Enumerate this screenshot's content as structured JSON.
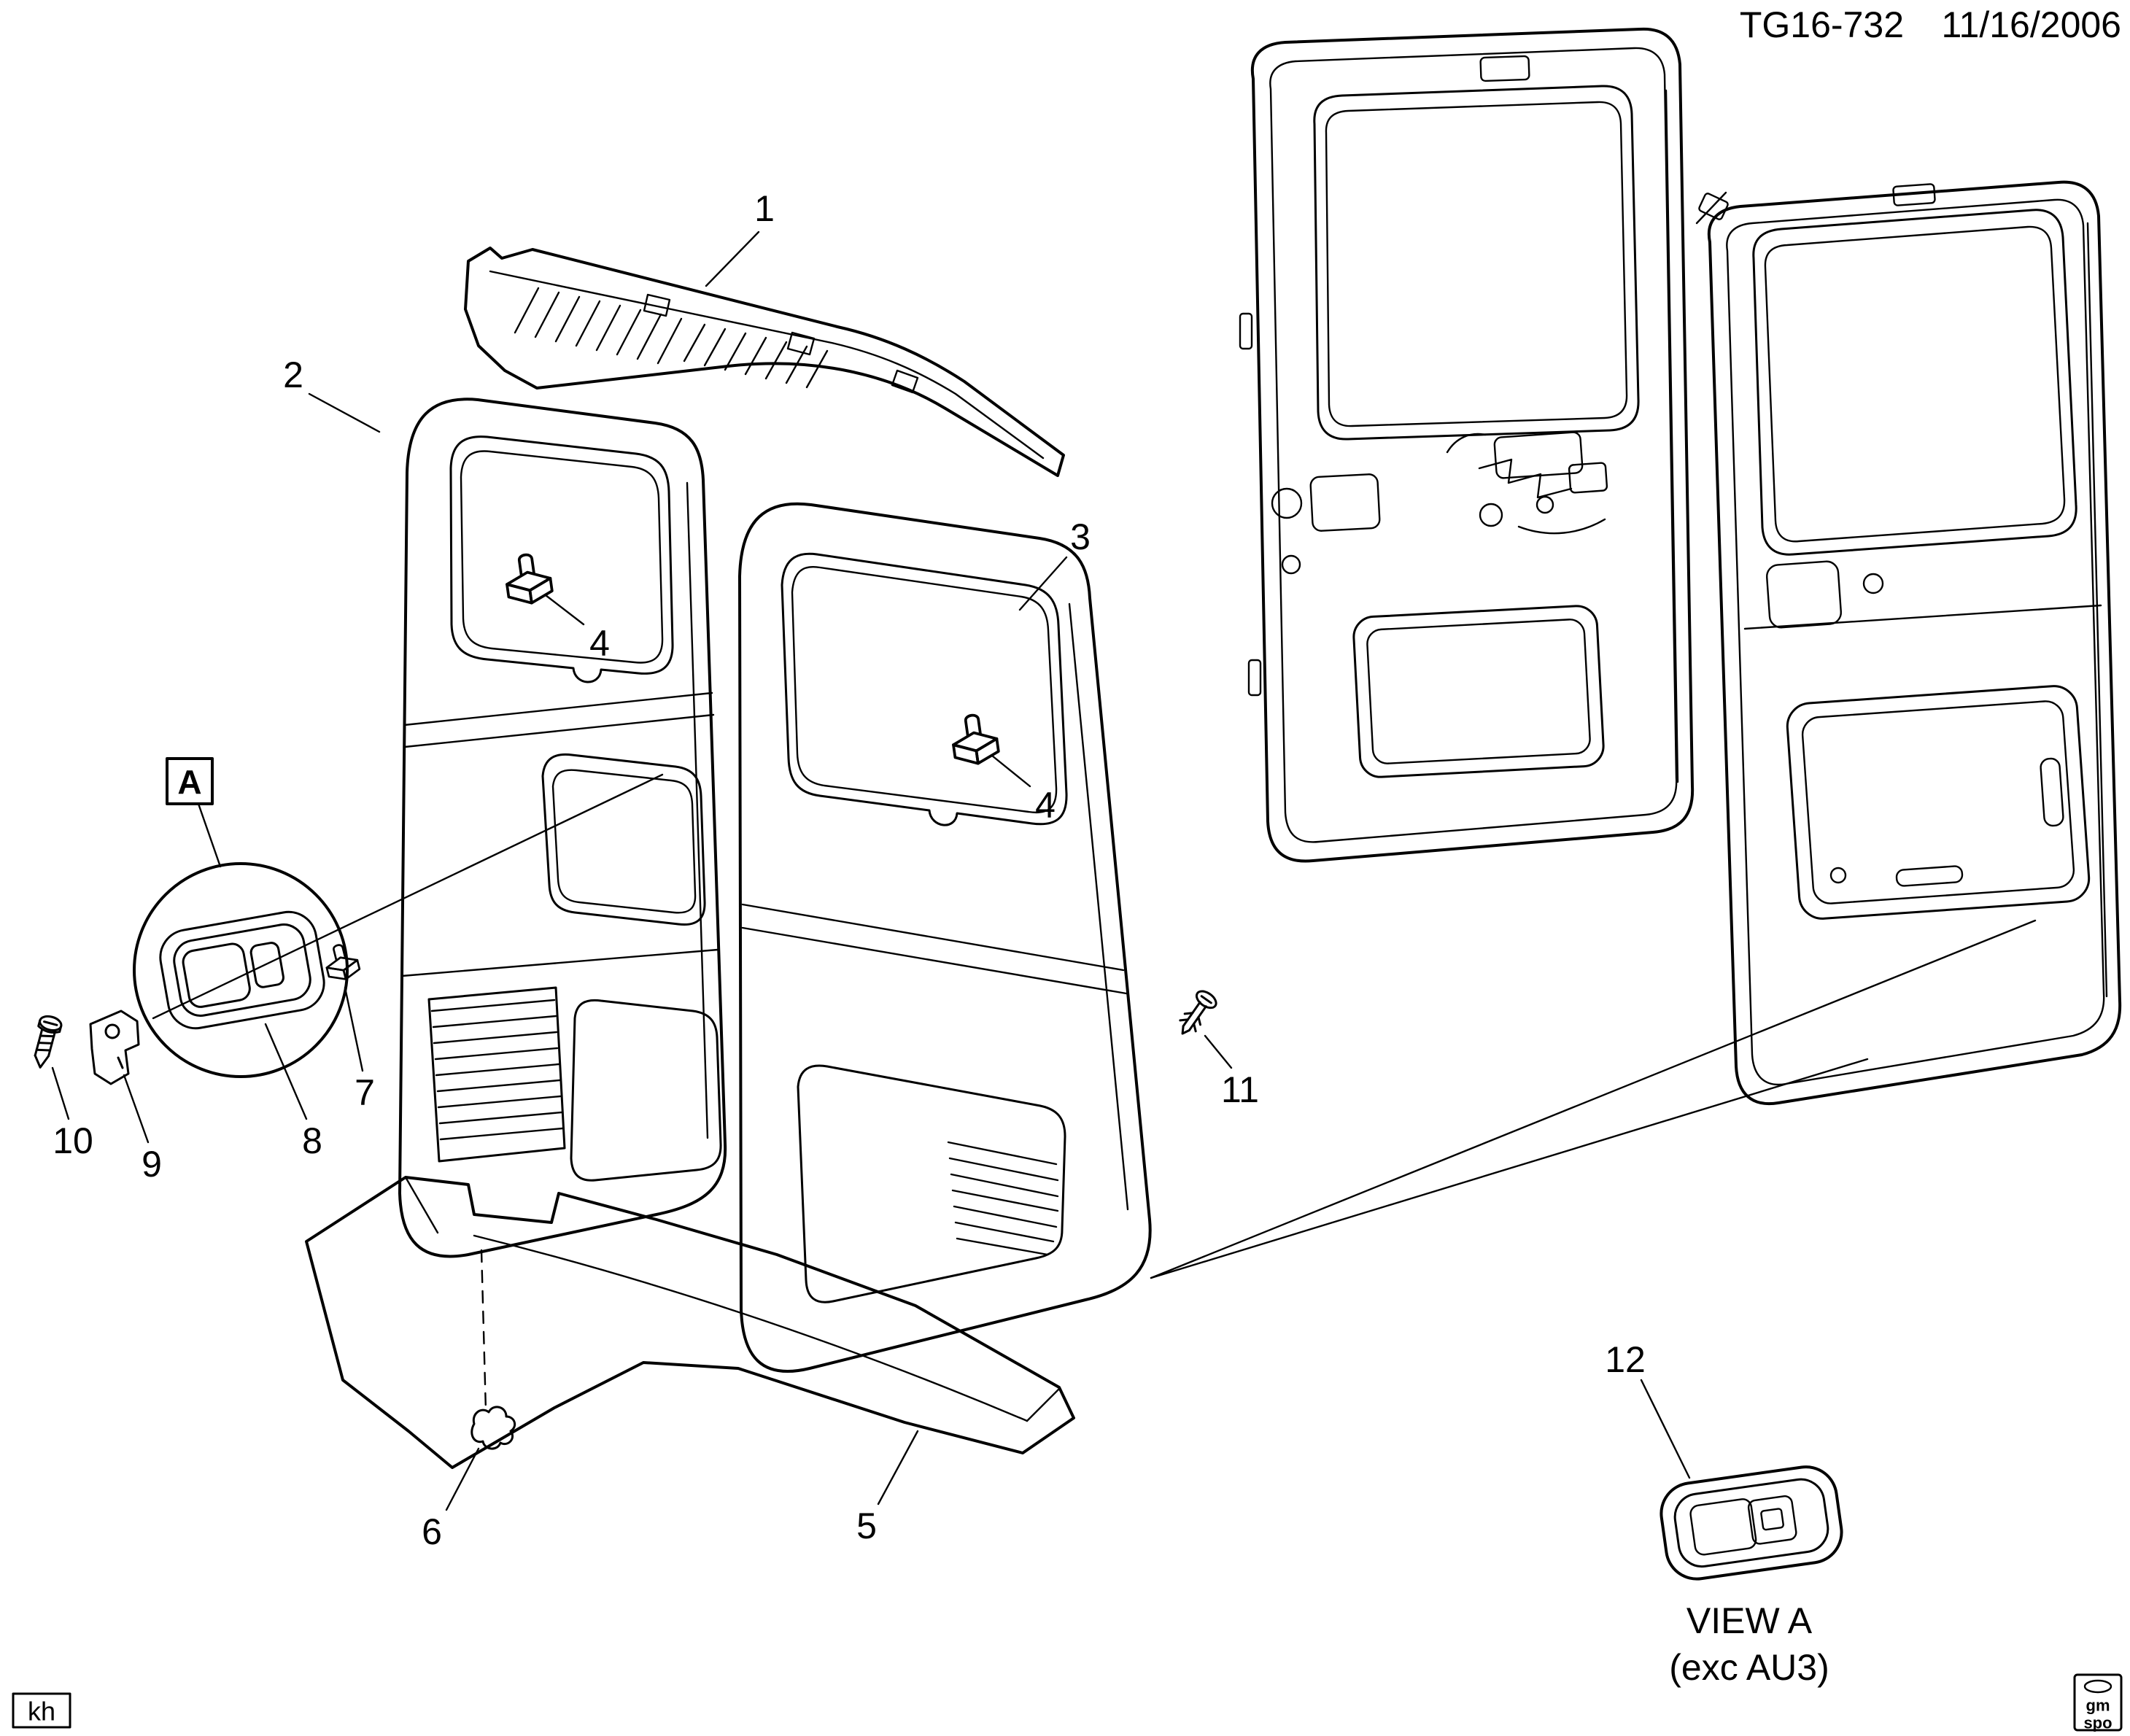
{
  "header": {
    "number": "TG16-732",
    "date": "11/16/2006"
  },
  "callouts": {
    "n1": "1",
    "n2": "2",
    "n3": "3",
    "n4": "4",
    "n5": "5",
    "n6": "6",
    "n7": "7",
    "n8": "8",
    "n9": "9",
    "n10": "10",
    "n11": "11",
    "n12": "12"
  },
  "detail_a": {
    "box_label": "A",
    "view_title": "VIEW A",
    "view_note": "(exc AU3)"
  },
  "title_block": {
    "initials": "kh"
  },
  "logo": {
    "line1": "gm",
    "line2": "spo"
  },
  "colors": {
    "line": "#000000",
    "background": "#ffffff"
  }
}
